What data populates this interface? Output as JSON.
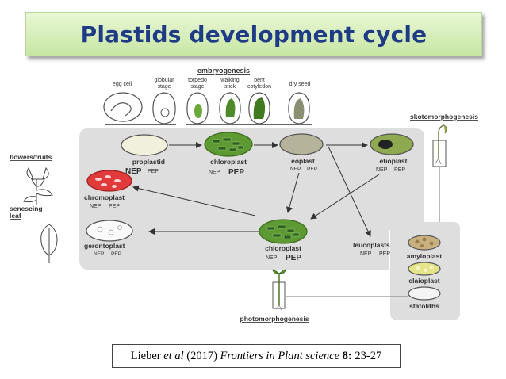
{
  "title": "Plastids development cycle",
  "stages": {
    "header": "embryogenesis",
    "items": [
      "egg cell",
      "globular stage",
      "torpedo stage",
      "walking stick",
      "bent cotyledon",
      "dry seed"
    ],
    "globular_l1": "globular",
    "globular_l2": "stage",
    "torpedo_l1": "torpedo",
    "torpedo_l2": "stage",
    "walking_l1": "walking",
    "walking_l2": "stick",
    "bent_l1": "bent",
    "bent_l2": "cotyledon"
  },
  "side_labels": {
    "flowers_fruits": "flowers/fruits",
    "senescing_l1": "senescing",
    "senescing_l2": "leaf",
    "skotomorphogenesis": "skotomorphogenesis",
    "photomorphogenesis": "photomorphogenesis"
  },
  "plastids": {
    "proplastid": {
      "name": "proplastid",
      "nep": "NEP",
      "pep": "PEP"
    },
    "chloroplast_top": {
      "name": "chloroplast",
      "nep": "NEP",
      "pep": "PEP"
    },
    "eoplast": {
      "name": "eoplast",
      "nep": "NEP",
      "pep": "PEP"
    },
    "etioplast": {
      "name": "etioplast",
      "nep": "NEP",
      "pep": "PEP"
    },
    "chromoplast": {
      "name": "chromoplast",
      "nep": "NEP",
      "pep": "PEP"
    },
    "gerontoplast": {
      "name": "gerontoplast",
      "nep": "NEP",
      "pep": "PEP"
    },
    "chloroplast_mid": {
      "name": "chloroplast",
      "nep": "NEP",
      "pep": "PEP"
    },
    "leucoplasts": {
      "name": "leucoplasts",
      "nep": "NEP",
      "pep": "PEP"
    },
    "amyloplast": {
      "name": "amyloplast"
    },
    "elaioplast": {
      "name": "elaioplast"
    },
    "statoliths": {
      "name": "statoliths"
    }
  },
  "citation": {
    "authors": "Lieber",
    "etal": "et al",
    "year": "(2017)",
    "journal": "Frontiers in Plant science",
    "volume": "8:",
    "pages": "23-27"
  },
  "colors": {
    "title_text": "#1f3b86",
    "chloroplast_green": "#5d9a33",
    "chromoplast_red": "#e03a3a",
    "panel_gray": "#dedede"
  }
}
